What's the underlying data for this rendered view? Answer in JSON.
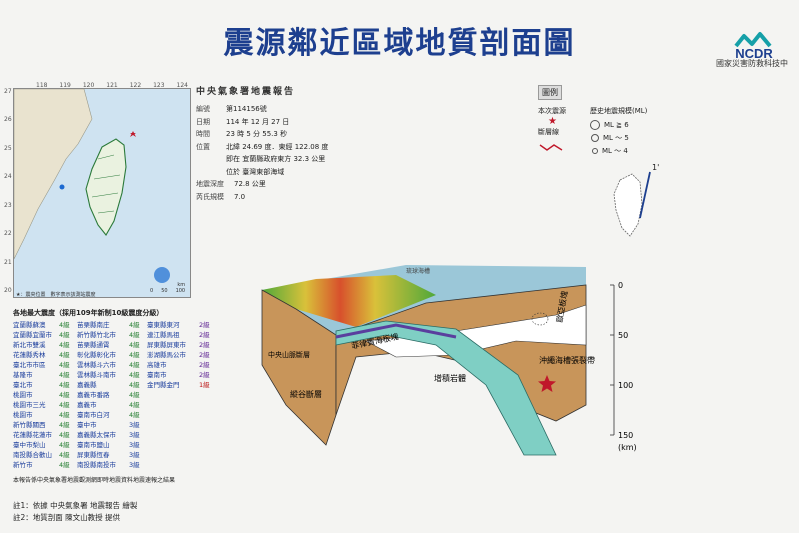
{
  "title": "震源鄰近區域地質剖面圖",
  "logo": {
    "text": "NCDR",
    "org": "國家災害防救科技中"
  },
  "map": {
    "lon_ticks": [
      "118",
      "119",
      "120",
      "121",
      "122",
      "123",
      "124"
    ],
    "lat_ticks": [
      "27",
      "26",
      "25",
      "24",
      "23",
      "22",
      "21",
      "20"
    ],
    "scale_unit": "km",
    "scale_ticks": [
      "0",
      "50",
      "100"
    ],
    "legend": "★：震央位置　數字表示該測站震度"
  },
  "report": {
    "heading": "中央氣象署地震報告",
    "rows": [
      {
        "k": "編號",
        "v": "第114156號"
      },
      {
        "k": "日期",
        "v": "114 年 12 月 27 日"
      },
      {
        "k": "時間",
        "v": "23 時 5 分 55.3 秒"
      },
      {
        "k": "位置",
        "v": "北緯 24.69 度．東經 122.08 度"
      },
      {
        "k": "",
        "v": "即在 宜蘭縣政府東方 32.3 公里"
      },
      {
        "k": "",
        "v": "位於 臺灣東部海域"
      },
      {
        "k": "地震深度",
        "v": "72.8 公里"
      },
      {
        "k": "芮氏規模",
        "v": "7.0"
      }
    ]
  },
  "legend": {
    "head": "圖例",
    "epicenter": "本次震源",
    "fault": "斷層線",
    "history_title": "歷史地震規模(ML)",
    "history": [
      "ML ≧ 6",
      "ML ～ 5",
      "ML ～ 4"
    ]
  },
  "intensity": {
    "title": "各地最大震度（採用109年新制10級震度分級）",
    "rows": [
      [
        "宜蘭縣蘇澳",
        "4級",
        "苗栗縣南庄",
        "4級",
        "臺東縣東河",
        "2級"
      ],
      [
        "宜蘭縣宜蘭市",
        "4級",
        "新竹縣竹北市",
        "4級",
        "連江縣馬祖",
        "2級"
      ],
      [
        "新北市雙溪",
        "4級",
        "苗栗縣通霄",
        "4級",
        "屏東縣屏東市",
        "2級"
      ],
      [
        "花蓮縣秀林",
        "4級",
        "彰化縣彰化市",
        "4級",
        "澎湖縣馬公市",
        "2級"
      ],
      [
        "臺北市市區",
        "4級",
        "雲林縣斗六市",
        "4級",
        "高雄市",
        "2級"
      ],
      [
        "基隆市",
        "4級",
        "雲林縣斗南市",
        "4級",
        "臺南市",
        "2級"
      ],
      [
        "臺北市",
        "4級",
        "嘉義縣",
        "4級",
        "金門縣金門",
        "1級"
      ],
      [
        "桃園市",
        "4級",
        "嘉義市番路",
        "4級",
        "",
        ""
      ],
      [
        "桃園市三光",
        "4級",
        "嘉義市",
        "4級",
        "",
        ""
      ],
      [
        "桃園市",
        "4級",
        "臺南市白河",
        "4級",
        "",
        ""
      ],
      [
        "新竹縣關西",
        "4級",
        "臺中市",
        "3級",
        "",
        ""
      ],
      [
        "花蓮縣花蓮市",
        "4級",
        "嘉義縣太保市",
        "3級",
        "",
        ""
      ],
      [
        "臺中市梨山",
        "4級",
        "臺南市鹽山",
        "3級",
        "",
        ""
      ],
      [
        "南投縣合歡山",
        "4級",
        "屏東縣恆春",
        "3級",
        "",
        ""
      ],
      [
        "新竹市",
        "4級",
        "南投縣南投市",
        "3級",
        "",
        ""
      ]
    ],
    "note": "本報告係中央氣象署地震觀測網即時地震資料地震速報之結果"
  },
  "footnotes": [
    "註1：依據 中央氣象署 地震報告 繪製",
    "註2：地質剖面 陳文山教授 提供"
  ],
  "section": {
    "depth_ticks": [
      "0",
      "50",
      "100",
      "150"
    ],
    "depth_unit": "(km)",
    "inset_label": "1'",
    "labels": {
      "ryukyu": "琉球海槽",
      "philippine_sea": "菲律賓海板塊",
      "eurasian": "歐亞板塊",
      "okinawa": "沖繩海槽張裂帶",
      "accretion": "增積岩體",
      "central_range_fault": "中央山脈斷層",
      "longitudinal_fault": "縱谷斷層"
    }
  },
  "colors": {
    "title": "#1d3f8f",
    "epicenter": "#c0182a",
    "slab": "#7fcfc4",
    "crust": "#c8955a"
  }
}
